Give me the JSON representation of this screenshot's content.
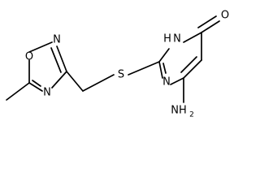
{
  "molecule": {
    "atom_labels": {
      "oxadiazole_o": "O",
      "oxadiazole_n_top": "N",
      "oxadiazole_n_bottom": "N",
      "thioether_s": "S",
      "pyrimidine_nh": "H",
      "pyrimidine_nh_n": "N",
      "pyrimidine_n": "N",
      "carbonyl_o": "O",
      "amino_n": "NH",
      "amino_subscript": "2"
    },
    "colors": {
      "bond": "#000000",
      "label": "#000000",
      "background": "#ffffff"
    }
  }
}
